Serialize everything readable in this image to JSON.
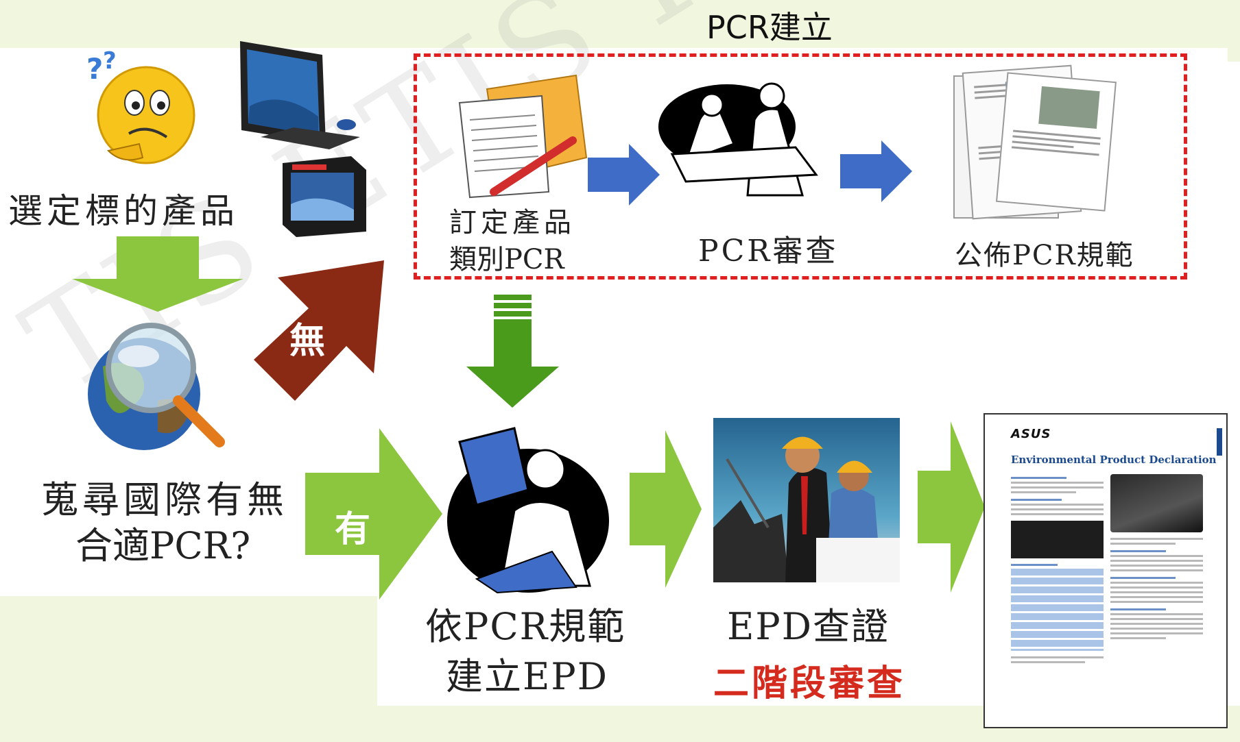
{
  "top_title": "PCR建立",
  "watermark": "TIS ETIS FETIS",
  "steps": {
    "select_product": "選定標的產品",
    "search_line1": "蒐尋國際有無",
    "search_line2": "合適PCR?",
    "define_line1": "訂定產品",
    "define_line2": "類別PCR",
    "pcr_review": "PCR審查",
    "publish_pcr": "公佈PCR規範",
    "build_line1": "依PCR規範",
    "build_line2": "建立EPD",
    "epd_verify": "EPD查證",
    "two_stage": "二階段審查"
  },
  "arrow_labels": {
    "none": "無",
    "yes": "有"
  },
  "epd_document": {
    "brand": "ASUS",
    "title": "Environmental Product Declaration"
  },
  "colors": {
    "dashed_box": "#e02020",
    "green_arrow": "#8cc63f",
    "dark_green_arrow": "#4a9a1c",
    "blue_arrow": "#3f6cc6",
    "red_arrow": "#8b2a14",
    "two_stage_text": "#d42b1e",
    "band_bg": "#f1f7df"
  }
}
